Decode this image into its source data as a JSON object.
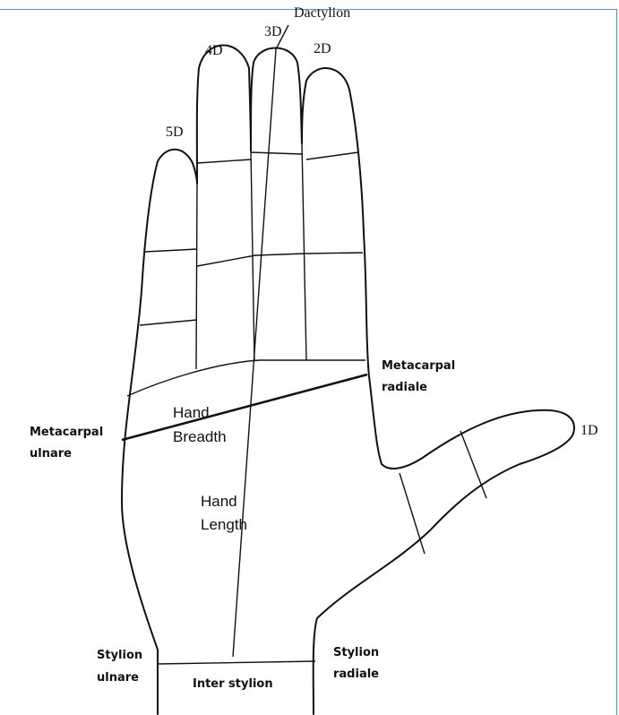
{
  "diagram": {
    "finger_labels": {
      "little": "5D",
      "ring": "4D",
      "middle": "3D",
      "index": "2D",
      "thumb": "1D"
    },
    "landmarks": {
      "dactylion": "Dactylion",
      "metacarpal_radiale": [
        "Metacarpal",
        "radiale"
      ],
      "metacarpal_ulnare": [
        "Metacarpal",
        "ulnare"
      ],
      "stylion_ulnare": [
        "Stylion",
        "ulnare"
      ],
      "stylion_radiale": [
        "Stylion",
        "radiale"
      ],
      "inter_stylion": "Inter stylion"
    },
    "measurements": {
      "hand_breadth": [
        "Hand",
        "Breadth"
      ],
      "hand_length": [
        "Hand",
        "Length"
      ]
    },
    "colors": {
      "line": "#111111",
      "frame": "#5b8bd0",
      "background": "#ffffff"
    }
  }
}
